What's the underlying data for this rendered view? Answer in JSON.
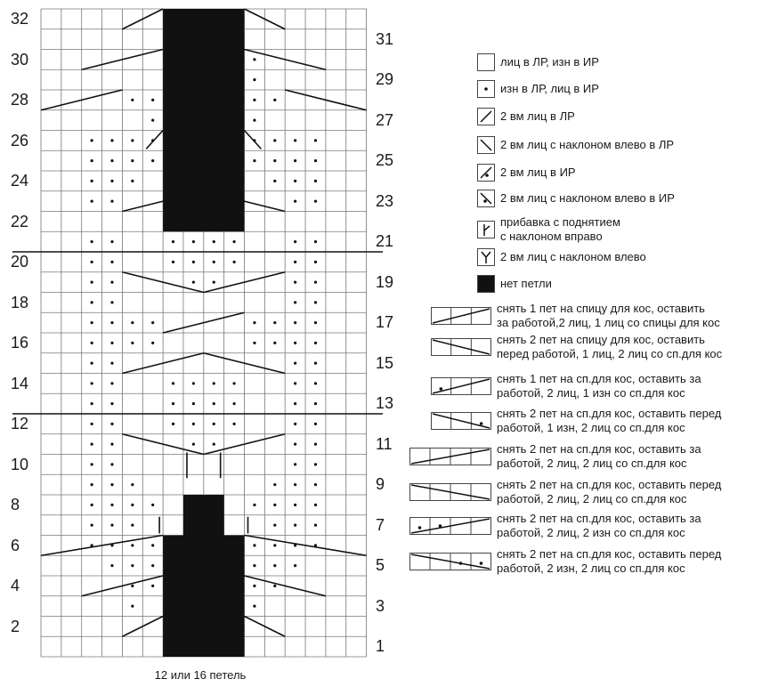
{
  "chart": {
    "caption": "12 или 16 петель",
    "left_row_numbers": [
      "32",
      "30",
      "28",
      "26",
      "24",
      "22",
      "20",
      "18",
      "16",
      "14",
      "12",
      "10",
      "8",
      "6",
      "4",
      "2"
    ],
    "right_row_numbers": [
      "31",
      "29",
      "27",
      "25",
      "23",
      "21",
      "19",
      "17",
      "15",
      "13",
      "11",
      "9",
      "7",
      "5",
      "3",
      "1"
    ]
  },
  "legend": [
    {
      "symbol": "knit",
      "text": "лиц в ЛР, изн в ИР"
    },
    {
      "symbol": "purl",
      "text": "изн в ЛР, лиц в ИР"
    },
    {
      "symbol": "k2tog-rs",
      "text": "2 вм лиц в ЛР"
    },
    {
      "symbol": "ssk-rs",
      "text": "2 вм лиц с наклоном влево в ЛР"
    },
    {
      "symbol": "k2tog-ws",
      "text": "2 вм лиц в ИР"
    },
    {
      "symbol": "ssk-ws",
      "text": "2 вм лиц с наклоном влево в ИР"
    },
    {
      "symbol": "m1r",
      "text": "прибавка с поднятием\nс наклоном вправо"
    },
    {
      "symbol": "k2tog-left",
      "text": "2 вм лиц с наклоном влево"
    },
    {
      "symbol": "no-stitch",
      "text": "нет петли"
    },
    {
      "symbol": "c3-back",
      "text": "снять 1 пет на спицу для кос, оставить\nза работой,2 лиц, 1 лиц со спицы для кос"
    },
    {
      "symbol": "c3-front",
      "text": "снять 2 пет на спицу для кос, оставить\nперед работой, 1 лиц, 2 лиц со сп.для кос"
    },
    {
      "symbol": "c3-back-purl",
      "text": "снять 1 пет на сп.для кос, оставить за\nработой, 2 лиц, 1 изн со сп.для кос"
    },
    {
      "symbol": "c3-front-purl",
      "text": "снять 2 пет на сп.для кос, оставить перед\nработой, 1 изн, 2 лиц со сп.для кос"
    },
    {
      "symbol": "c4-back",
      "text": "снять 2 пет на сп.для кос, оставить за\nработой, 2 лиц, 2 лиц со сп.для кос"
    },
    {
      "symbol": "c4-front",
      "text": "снять 2 пет на сп.для кос, оставить перед\nработой, 2 лиц, 2 лиц со сп.для кос"
    },
    {
      "symbol": "c4-back-purl",
      "text": "снять 2 пет на сп.для кос, оставить за\nработой, 2 лиц, 2 изн со сп.для кос"
    },
    {
      "symbol": "c4-front-purl",
      "text": "снять 2 пет на сп.для кос, оставить перед\nработой, 2 изн, 2 лиц со сп.для кос"
    }
  ]
}
